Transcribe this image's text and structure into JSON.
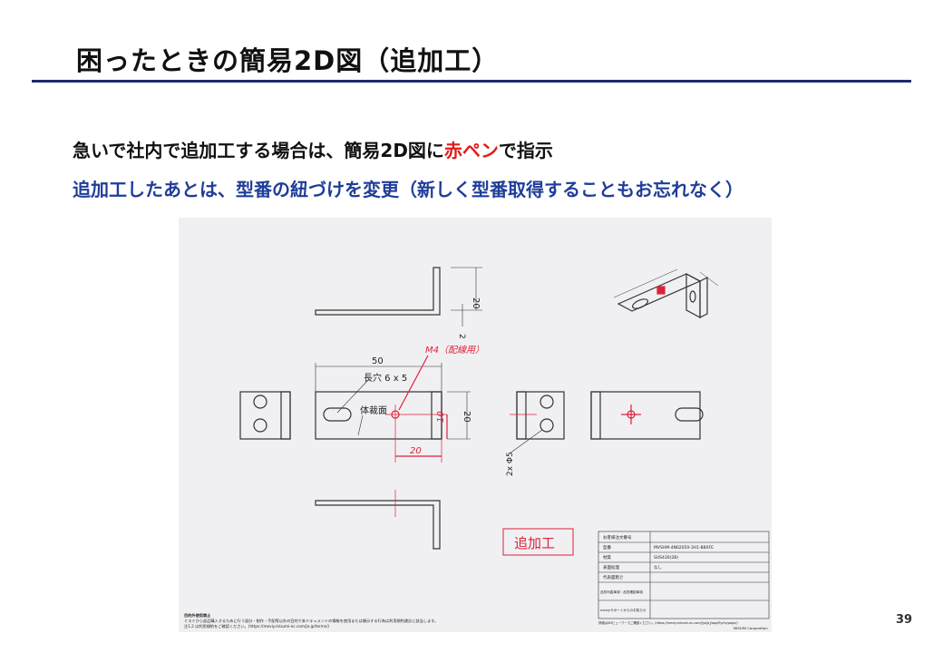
{
  "slide": {
    "title": "困ったときの簡易2D図（追加工）",
    "line1_before": "急いで社内で追加工する場合は、簡易2D図に",
    "line1_red": "赤ペン",
    "line1_after": "で指示",
    "line2": "追加工したあとは、型番の紐づけを変更（新しく型番取得することもお忘れなく）",
    "page_number": "39"
  },
  "drawing": {
    "dim_top_20": "20",
    "dim_top_2": "2",
    "dim_50": "50",
    "slot_label": "長穴 6 x 5",
    "face_label": "体裁面",
    "red_note": "M4（配線用）",
    "red_dim_20": "20",
    "red_dim_10": "10",
    "dim_side_20": "20",
    "hole_label": "2x Φ5",
    "stamp": "追加工",
    "title_block": [
      {
        "label": "お客様注文番号",
        "value": ""
      },
      {
        "label": "型番",
        "value": "MVSHM-4N02050-3H1-B8XFE"
      },
      {
        "label": "材質",
        "value": "SUS430(2B)"
      },
      {
        "label": "表面処理",
        "value": "なし"
      },
      {
        "label": "代表面粗さ",
        "value": ""
      },
      {
        "label": "品質司直事項・品質確認事項",
        "value": ""
      },
      {
        "label": "meviyサポートからのお知らせ",
        "value": ""
      }
    ],
    "title_block_note": "詳細は3Dビューワーでご確認ください。(https://meviy.misumi-ec.com/[ja/jp]/app/fly/mypage/)",
    "company": "MISUMI Corporation",
    "footer_title": "目的外使用禁止",
    "footer_line1": "ミスミから部品購入するために行う設計・制作・手配等以外の目的で本ドキュメントの情報を使用または開示する行為は利用規約違反に該当します。",
    "footer_line2": "注1.2 は利用規約をご確認ください。(https://meviy.misumi-ec.com/ja-jp/terms/)"
  },
  "colors": {
    "accent_blue": "#1f3d99",
    "rule": "#1f2a6b",
    "red_pen": "#e0203a"
  }
}
